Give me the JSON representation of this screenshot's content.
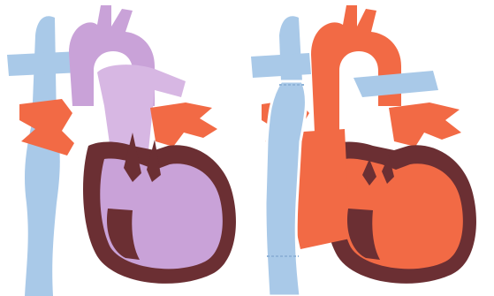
{
  "figure": {
    "panels": [
      {
        "id": "left",
        "state": "purple mixed circulation"
      },
      {
        "id": "right",
        "state": "separated circulation with blue conduit"
      }
    ],
    "colors": {
      "background": "#ffffff",
      "outline": "#6b2f33",
      "chamber_dark": "#6b2f33",
      "mixed_purple": "#c9a2d8",
      "mixed_purple_light": "#d7b7e3",
      "oxygenated_orange": "#f26a45",
      "deoxygenated_blue": "#a9c9e8",
      "conduit_stroke": "#8fb3d8"
    }
  }
}
